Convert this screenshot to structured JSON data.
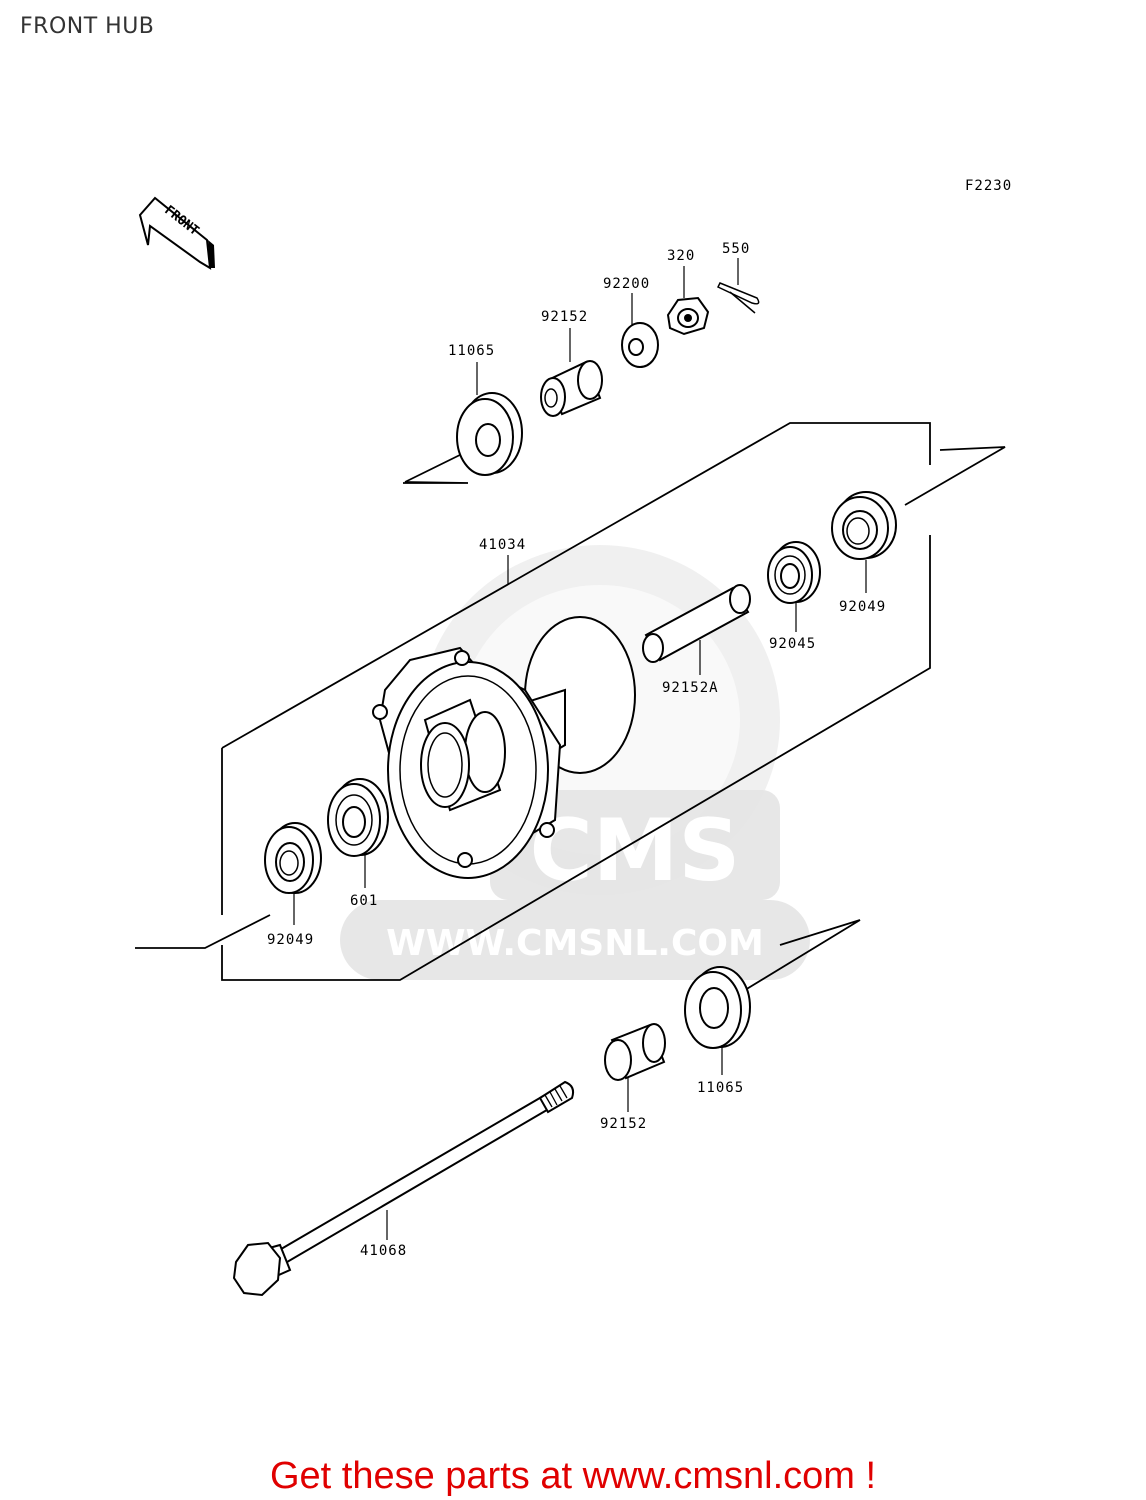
{
  "page": {
    "title": "FRONT HUB"
  },
  "diagram": {
    "figure_code": "F2230",
    "front_arrow_label": "FRONT",
    "callouts": {
      "c320": "320",
      "c550": "550",
      "c92200": "92200",
      "c92152_top": "92152",
      "c11065_top": "11065",
      "c41034": "41034",
      "c92049_right": "92049",
      "c92045": "92045",
      "c92152A": "92152A",
      "c601": "601",
      "c92049_left": "92049",
      "c11065_bottom": "11065",
      "c92152_bottom": "92152",
      "c41068": "41068"
    }
  },
  "watermark": {
    "logo_text": "CMS",
    "url_text": "WWW.CMSNL.COM"
  },
  "footer": {
    "cta_text": "Get these parts at www.cmsnl.com !"
  }
}
